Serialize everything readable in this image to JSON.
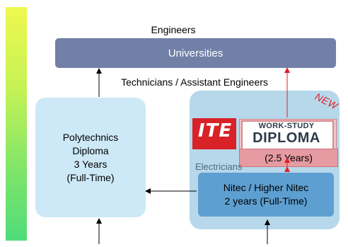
{
  "labels": {
    "engineers": "Engineers",
    "universities": "Universities",
    "technicians": "Technicians / Assistant Engineers",
    "electricians": "Electricians",
    "new_badge": "NEW"
  },
  "polytechnics": {
    "line1": "Polytechnics",
    "line2": "Diploma",
    "line3": "3 Years",
    "line4": "(Full-Time)"
  },
  "ite": {
    "logo_text": "ITE",
    "work_study_small": "WORK-STUDY",
    "work_study_big": "DIPLOMA",
    "work_study_duration": "(2.5 Years)"
  },
  "nitec": {
    "line1": "Nitec / Higher Nitec",
    "line2": "2 years (Full-Time)"
  },
  "colors": {
    "universities_fill": "#7280a8",
    "polytechnics_fill": "#cde9f8",
    "ite_region_fill": "#b6d8ea",
    "nitec_fill": "#5e9fd1",
    "work_study_fill": "#e69aa2",
    "new_badge": "#e21e26",
    "red_arrow": "#e21e26",
    "black_arrow": "#000000"
  }
}
